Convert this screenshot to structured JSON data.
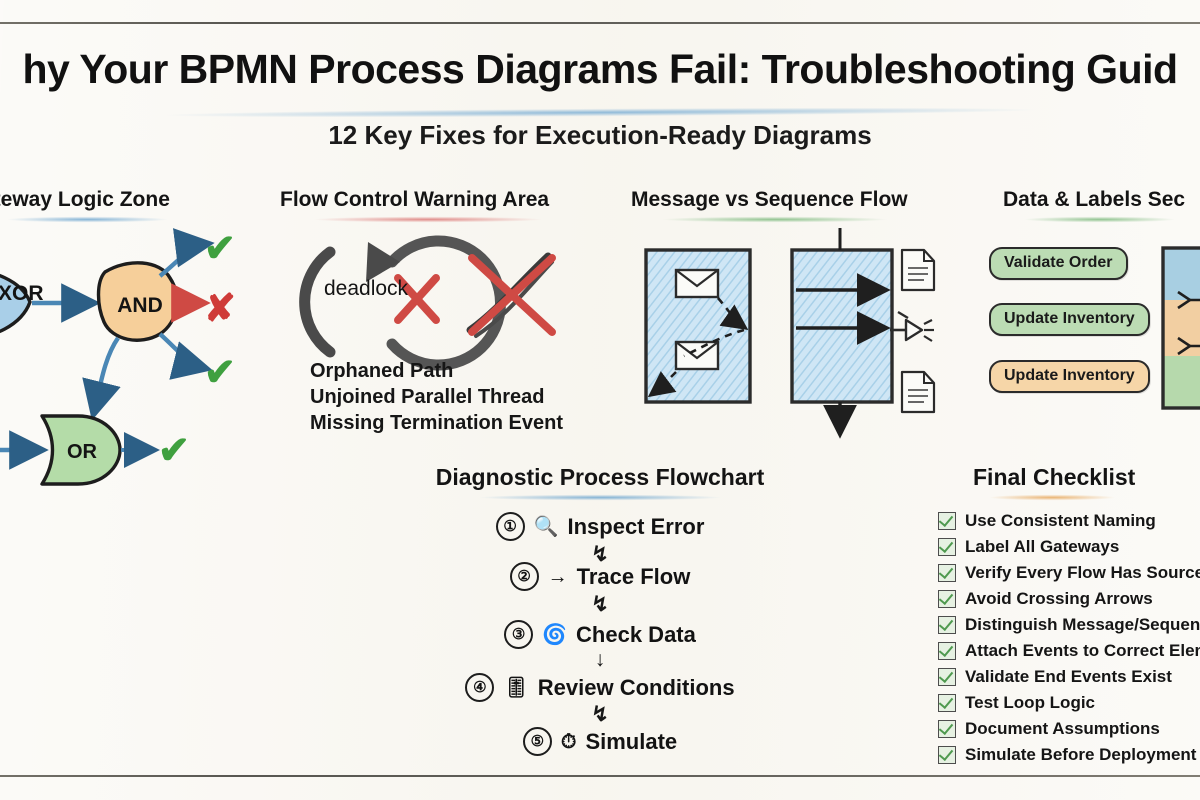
{
  "title": "hy Your BPMN Process Diagrams Fail: Troubleshooting Guid",
  "subtitle": "12 Key Fixes for Execution-Ready Diagrams",
  "sections": {
    "gateway": {
      "heading": "ateway Logic Zone",
      "rule_color": "#78acd2"
    },
    "flow_control": {
      "heading": "Flow Control Warning Area",
      "rule_color": "#de807e"
    },
    "message_sequence": {
      "heading": "Message vs Sequence Flow",
      "rule_color": "#85be85"
    },
    "data_labels": {
      "heading": "Data & Labels Sec",
      "rule_color": "#85be85"
    },
    "flowchart": {
      "heading": "Diagnostic Process Flowchart",
      "rule_color": "#78acd2"
    },
    "checklist": {
      "heading": "Final Checklist",
      "rule_color": "#e9b06c"
    }
  },
  "gateway_zone": {
    "nodes": [
      {
        "label": "XOR",
        "color": "#a9cfe8"
      },
      {
        "label": "AND",
        "color": "#f6cf9a"
      },
      {
        "label": "OR",
        "color": "#b4dca8"
      }
    ],
    "markers": [
      {
        "symbol": "✔",
        "color": "#3fa03f"
      },
      {
        "symbol": "✘",
        "color": "#cf3b38"
      },
      {
        "symbol": "✔",
        "color": "#3fa03f"
      },
      {
        "symbol": "✔",
        "color": "#3fa03f"
      }
    ]
  },
  "flow_control": {
    "loop_label": "deadlock",
    "cross_marker": "✘",
    "cross_color": "#cf4a44",
    "warnings": [
      "Orphaned Path",
      "Unjoined Parallel Thread",
      "Missing Termination Event"
    ]
  },
  "message_sequence": {
    "left_pool": {
      "fill": "#bcdcf0",
      "icons": [
        "envelope-icon",
        "envelope-icon"
      ],
      "flow_style": "dashed"
    },
    "right_pool": {
      "fill": "#bcdcf0",
      "flow_style": "solid"
    },
    "side_icons": [
      "document-icon",
      "signal-icon",
      "document-icon"
    ]
  },
  "data_labels": {
    "pills": [
      {
        "label": "Validate Order",
        "color": "#bcdcb4"
      },
      {
        "label": "Update Inventory",
        "color": "#bcdcb4"
      },
      {
        "label": "Update Inventory",
        "color": "#f6d6a8"
      }
    ],
    "band_box": {
      "bands": [
        "#a8cfe2",
        "#f2cfa2",
        "#b6d9ac"
      ]
    }
  },
  "flowchart": {
    "steps": [
      {
        "num": "①",
        "icon": "🔍",
        "label": "Inspect Error"
      },
      {
        "num": "②",
        "icon": "→",
        "label": "Trace Flow"
      },
      {
        "num": "③",
        "icon": "🌀",
        "label": "Check Data"
      },
      {
        "num": "④",
        "icon": "🎚",
        "label": "Review Conditions"
      },
      {
        "num": "⑤",
        "icon": "⏱",
        "label": "Simulate"
      }
    ],
    "connectors": [
      "↯",
      "↯",
      "↓",
      "↯"
    ]
  },
  "checklist": {
    "items": [
      "Use Consistent Naming",
      "Label All Gateways",
      "Verify Every Flow Has Source &",
      "Avoid Crossing Arrows",
      "Distinguish Message/Sequence",
      "Attach Events to Correct Elem",
      "Validate End Events Exist",
      "Test Loop Logic",
      "Document Assumptions",
      "Simulate Before Deployment"
    ]
  }
}
